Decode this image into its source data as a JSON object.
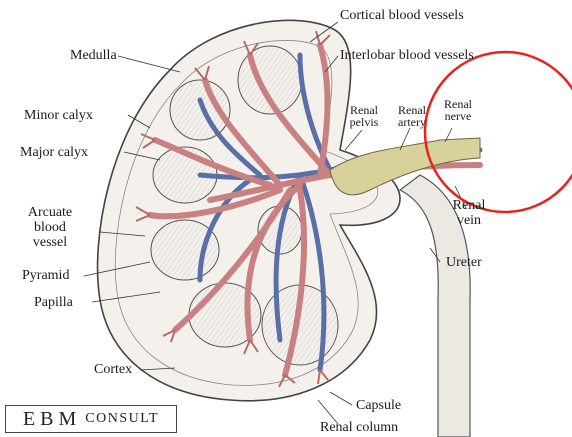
{
  "labels": {
    "cortical_blood_vessels": "Cortical blood vessels",
    "interlobar_blood_vessels": "Interlobar blood vessels",
    "medulla": "Medulla",
    "minor_calyx": "Minor calyx",
    "major_calyx": "Major calyx",
    "arcuate_line1": "Arcuate",
    "arcuate_line2": "blood",
    "arcuate_line3": "vessel",
    "pyramid": "Pyramid",
    "papilla": "Papilla",
    "cortex": "Cortex",
    "renal_pelvis_line1": "Renal",
    "renal_pelvis_line2": "pelvis",
    "renal_artery_line1": "Renal",
    "renal_artery_line2": "artery",
    "renal_nerve_line1": "Renal",
    "renal_nerve_line2": "nerve",
    "renal_vein_line1": "Renal",
    "renal_vein_line2": "vein",
    "ureter": "Ureter",
    "capsule": "Capsule",
    "renal_column": "Renal column"
  },
  "logo": {
    "main": "EBM",
    "sub": "CONSULT"
  },
  "colors": {
    "artery": "#c98080",
    "vein": "#5a6fa8",
    "pelvis": "#d8d29a",
    "highlight_circle": "#e8231f"
  }
}
